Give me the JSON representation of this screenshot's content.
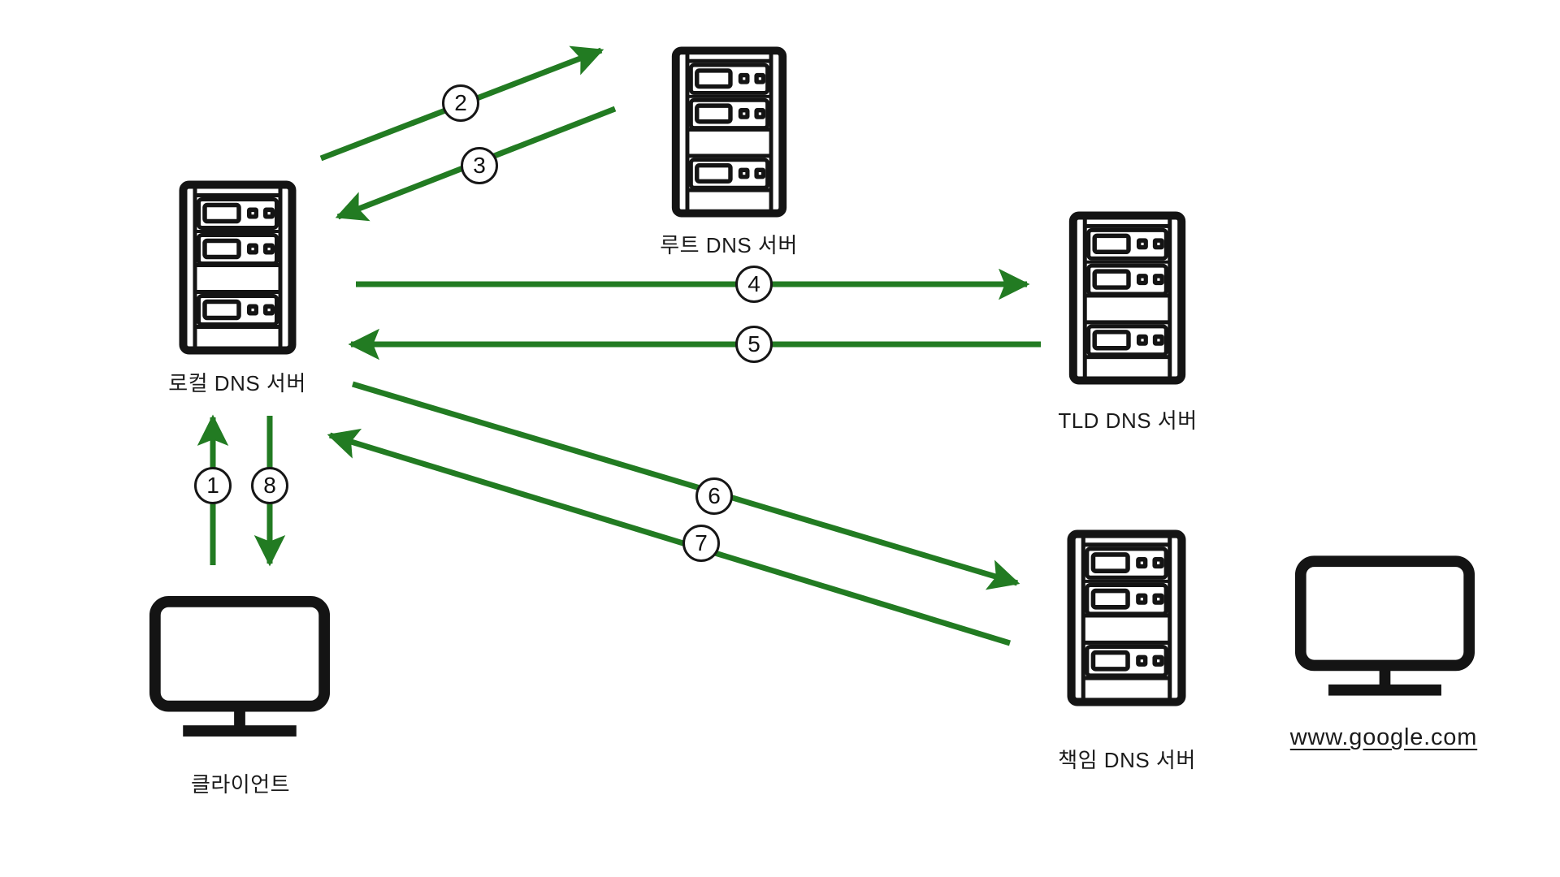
{
  "colors": {
    "arrow_green": "#227b22",
    "icon_black": "#141414",
    "bg": "#ffffff"
  },
  "nodes": {
    "local_dns": {
      "label": "로컬 DNS 서버",
      "icon": "server-rack-icon"
    },
    "root_dns": {
      "label": "루트 DNS 서버",
      "icon": "server-rack-icon"
    },
    "tld_dns": {
      "label": "TLD DNS 서버",
      "icon": "server-rack-icon"
    },
    "auth_dns": {
      "label": "책임 DNS 서버",
      "icon": "server-rack-icon"
    },
    "client": {
      "label": "클라이언트",
      "icon": "monitor-icon"
    },
    "website": {
      "label": "www.google.com",
      "icon": "monitor-icon"
    }
  },
  "steps": [
    {
      "number": "1",
      "from": "client",
      "to": "local_dns"
    },
    {
      "number": "2",
      "from": "local_dns",
      "to": "root_dns"
    },
    {
      "number": "3",
      "from": "root_dns",
      "to": "local_dns"
    },
    {
      "number": "4",
      "from": "local_dns",
      "to": "tld_dns"
    },
    {
      "number": "5",
      "from": "tld_dns",
      "to": "local_dns"
    },
    {
      "number": "6",
      "from": "local_dns",
      "to": "auth_dns"
    },
    {
      "number": "7",
      "from": "auth_dns",
      "to": "local_dns"
    },
    {
      "number": "8",
      "from": "local_dns",
      "to": "client"
    }
  ]
}
